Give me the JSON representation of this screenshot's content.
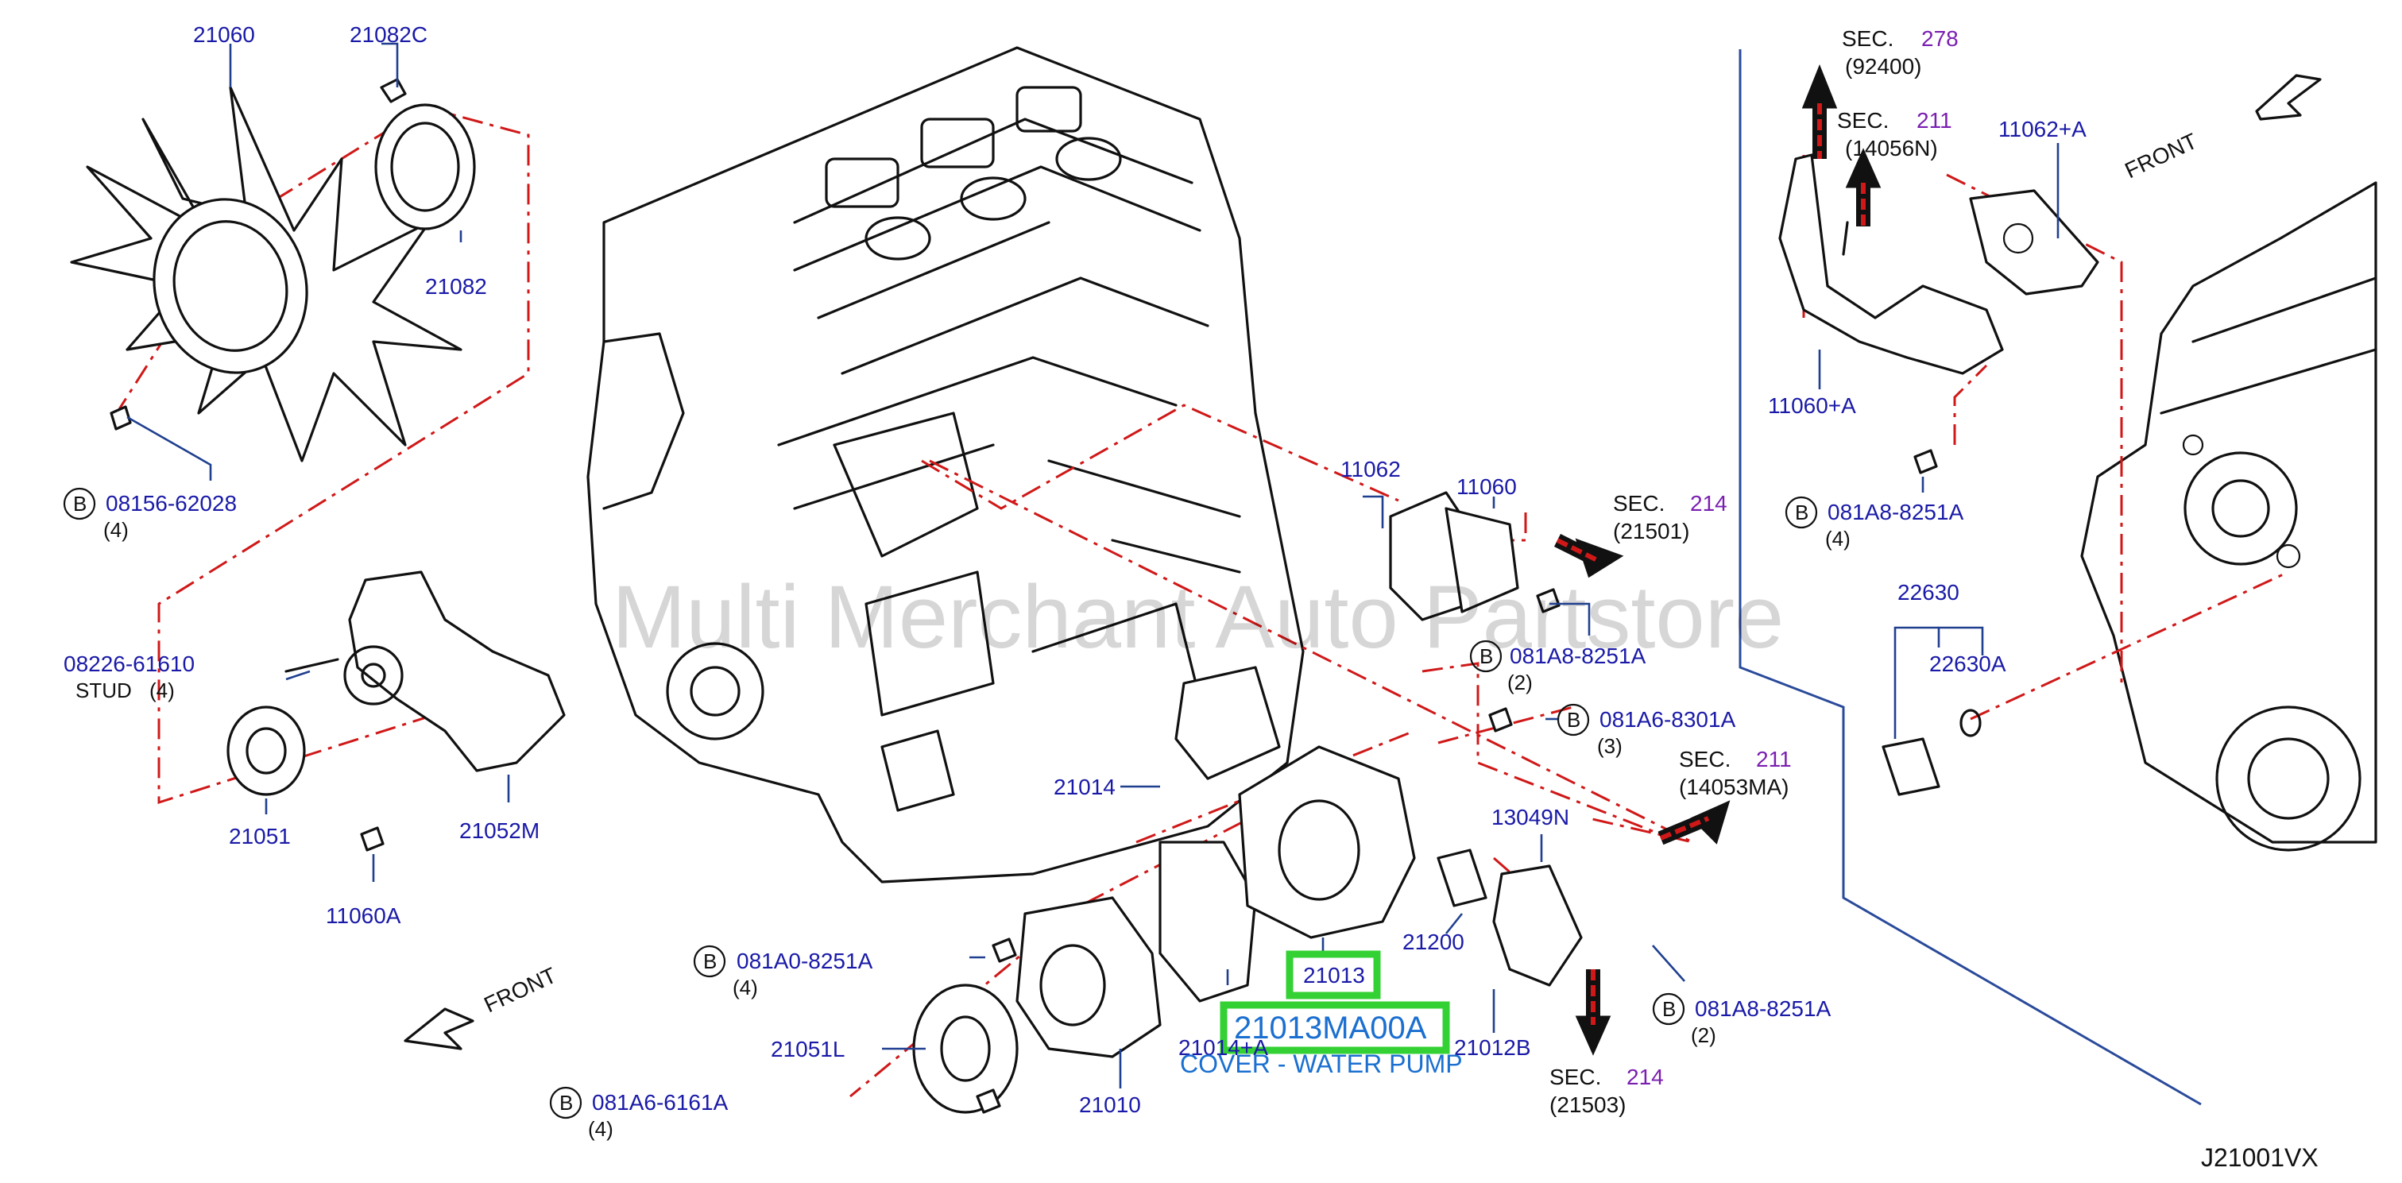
{
  "diagram": {
    "code": "J21001VX",
    "watermark": "Multi Merchant Auto Partstore",
    "front_label": "FRONT",
    "bolt_symbol": "B",
    "highlight": {
      "part": "21013",
      "part_number": "21013MA00A",
      "description": "COVER - WATER PUMP",
      "color": "#33d133"
    },
    "colors": {
      "label": "#1a1aa8",
      "dash_line": "#d01818",
      "section_number": "#7a1fb0",
      "separator": "#2a4a9a"
    },
    "parts": {
      "p21060": "21060",
      "p21082C": "21082C",
      "p21082": "21082",
      "b08156": "08156-62028",
      "b08156_qty": "(4)",
      "stud": "08226-61610",
      "stud_word": "STUD",
      "stud_qty": "(4)",
      "p21051": "21051",
      "p21052M": "21052M",
      "p11060A": "11060A",
      "p11062": "11062",
      "p11060": "11060",
      "b081A8_a": "081A8-8251A",
      "b081A8_a_qty": "(2)",
      "b081A6_8301": "081A6-8301A",
      "b081A6_8301_qty": "(3)",
      "p21014": "21014",
      "b081A0": "081A0-8251A",
      "b081A0_qty": "(4)",
      "p21013": "21013",
      "p21200": "21200",
      "p13049N": "13049N",
      "p21012B": "21012B",
      "p21014A": "21014+A",
      "p21051L": "21051L",
      "p21010": "21010",
      "b081A6_6161": "081A6-6161A",
      "b081A6_6161_qty": "(4)",
      "b081A8_b": "081A8-8251A",
      "b081A8_b_qty": "(2)",
      "p11062A": "11062+A",
      "p11060pA": "11060+A",
      "b081A8_c": "081A8-8251A",
      "b081A8_c_qty": "(4)",
      "p22630": "22630",
      "p22630A": "22630A"
    },
    "sections": [
      {
        "word": "SEC.",
        "num": "278",
        "ref": "(92400)"
      },
      {
        "word": "SEC.",
        "num": "211",
        "ref": "(14056N)"
      },
      {
        "word": "SEC.",
        "num": "214",
        "ref": "(21501)"
      },
      {
        "word": "SEC.",
        "num": "211",
        "ref": "(14053MA)"
      },
      {
        "word": "SEC.",
        "num": "214",
        "ref": "(21503)"
      }
    ]
  }
}
